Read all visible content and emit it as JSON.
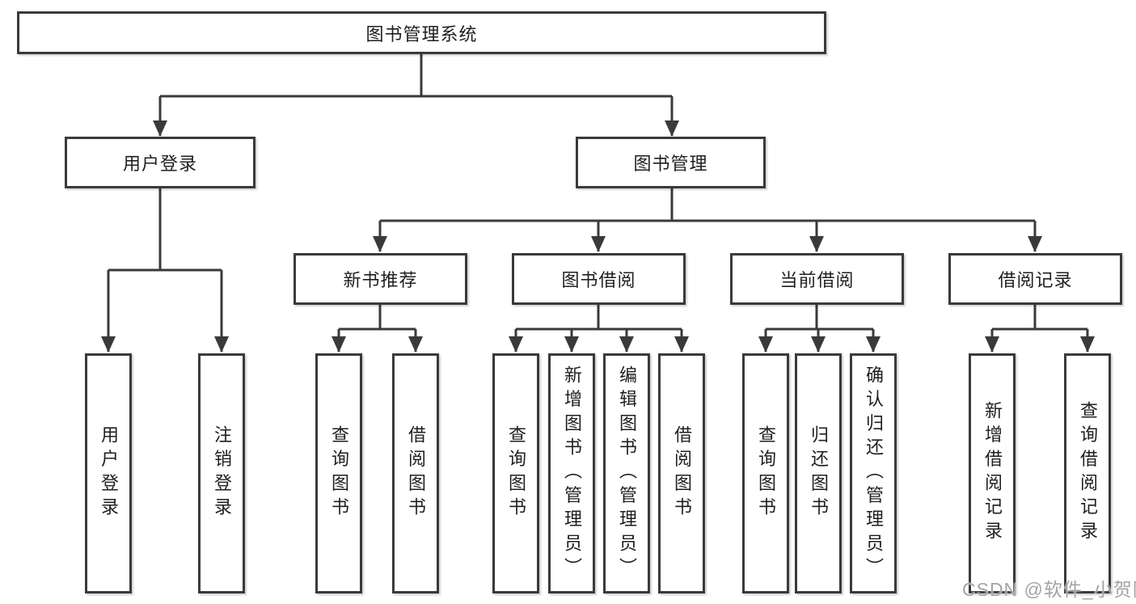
{
  "diagram": {
    "title_node": "图书管理系统",
    "level2": {
      "user_login": "用户登录",
      "book_management": "图书管理"
    },
    "level3": {
      "new_book_recommend": "新书推荐",
      "book_borrow": "图书借阅",
      "current_borrow": "当前借阅",
      "borrow_records": "借阅记录"
    },
    "leaves": {
      "user_login": [
        "用户登录",
        "注销登录"
      ],
      "new_book_recommend": [
        "查询图书",
        "借阅图书"
      ],
      "book_borrow": [
        "查询图书",
        "新增图书（管理员）",
        "编辑图书（管理员）",
        "借阅图书"
      ],
      "current_borrow": [
        "查询图书",
        "归还图书",
        "确认归还（管理员）"
      ],
      "borrow_records": [
        "新增借阅记录",
        "查询借阅记录"
      ]
    }
  },
  "watermark": {
    "text": "CSDN @软件_小贺同学"
  },
  "colors": {
    "line": "#3a3a3a",
    "box_border": "#3a3a3a",
    "text": "#1f1f1f",
    "watermark": "#a4a4a4",
    "background": "#ffffff"
  }
}
